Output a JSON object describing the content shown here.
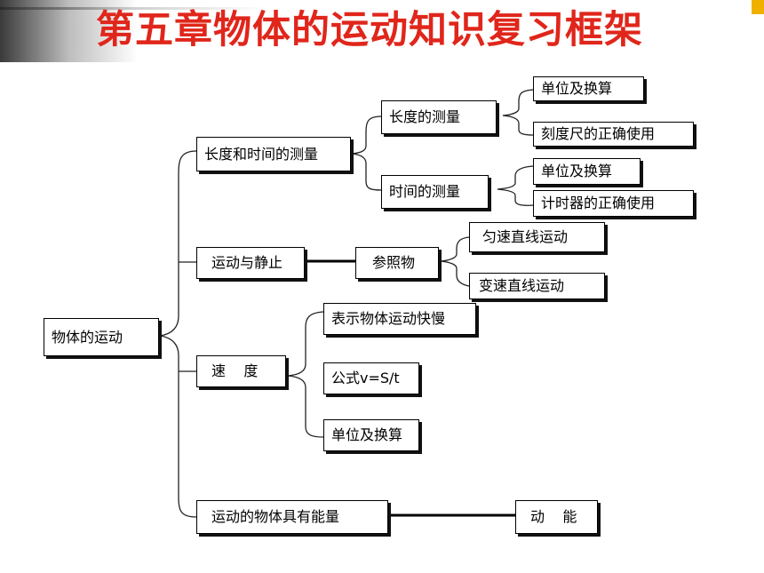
{
  "title": "第五章物体的运动知识复习框架",
  "nodes": {
    "root": "物体的运动",
    "length_time": "长度和时间的测量",
    "length_measure": "长度的测量",
    "length_unit": "单位及换算",
    "ruler_use": "刻度尺的正确使用",
    "time_measure": "时间的测量",
    "time_unit": "单位及换算",
    "timer_use": "计时器的正确使用",
    "motion_rest": "运动与静止",
    "reference": "参照物",
    "uniform_linear": "匀速直线运动",
    "variable_linear": "变速直线运动",
    "speed": "速    度",
    "speed_meaning": "表示物体运动快慢",
    "speed_formula": "公式v=S/t",
    "speed_unit": "单位及换算",
    "energy": "运动的物体具有能量",
    "kinetic": "动    能"
  },
  "colors": {
    "title": "#e0261b",
    "accent": "#f0b000",
    "line": "#222222",
    "box_border": "#000000"
  }
}
